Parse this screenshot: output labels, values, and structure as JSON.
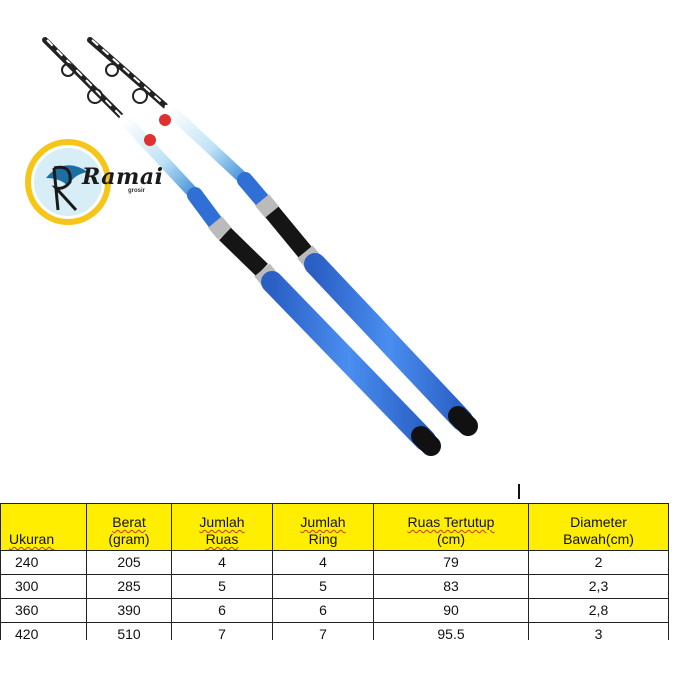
{
  "logo": {
    "text": "Ramai",
    "subtext": "grosir"
  },
  "spec_table": {
    "headers": [
      {
        "line1": "",
        "line2": "Ukuran",
        "squiggle": [
          false,
          true
        ]
      },
      {
        "line1": "Berat",
        "line2": "(gram)",
        "squiggle": [
          true,
          false
        ]
      },
      {
        "line1": "Jumlah",
        "line2": "Ruas",
        "squiggle": [
          true,
          true
        ]
      },
      {
        "line1": "Jumlah",
        "line2": "Ring",
        "squiggle": [
          true,
          false
        ]
      },
      {
        "line1": "Ruas Tertutup",
        "line2": "(cm)",
        "squiggle": [
          true,
          false
        ]
      },
      {
        "line1": "Diameter",
        "line2": "Bawah(cm)",
        "squiggle": [
          false,
          false
        ]
      }
    ],
    "rows": [
      [
        "240",
        "205",
        "4",
        "4",
        "79",
        "2"
      ],
      [
        "300",
        "285",
        "5",
        "5",
        "83",
        "2,3"
      ],
      [
        "360",
        "390",
        "6",
        "6",
        "90",
        "2,8"
      ],
      [
        "420",
        "510",
        "7",
        "7",
        "95.5",
        "3"
      ]
    ]
  },
  "colors": {
    "header_fill": "#ffee00",
    "rod_blue": "#2f6fd6",
    "logo_ring": "#f5c518"
  }
}
